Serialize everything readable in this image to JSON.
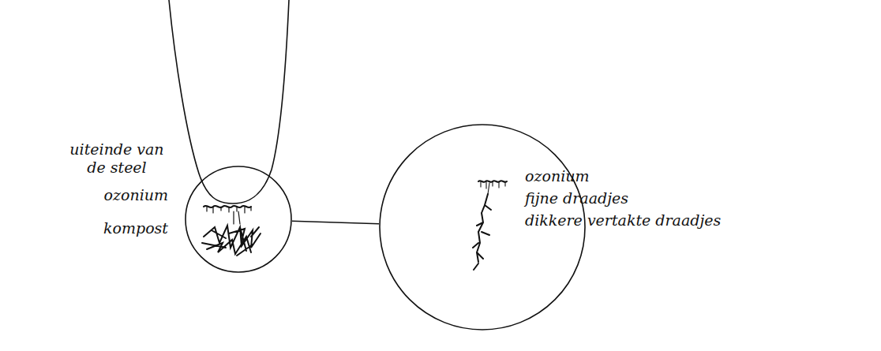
{
  "diagram": {
    "nodes": [
      {
        "text": [
          "uiteinde van de steel",
          "ozonium",
          "kompost"
        ]
      },
      {
        "text": [
          "ozonium",
          "fijne draadjes",
          "dikkere vertakte draadjes"
        ]
      }
    ],
    "edges": [
      {
        "from": 0,
        "to": 1,
        "arrow": "none"
      }
    ]
  }
}
